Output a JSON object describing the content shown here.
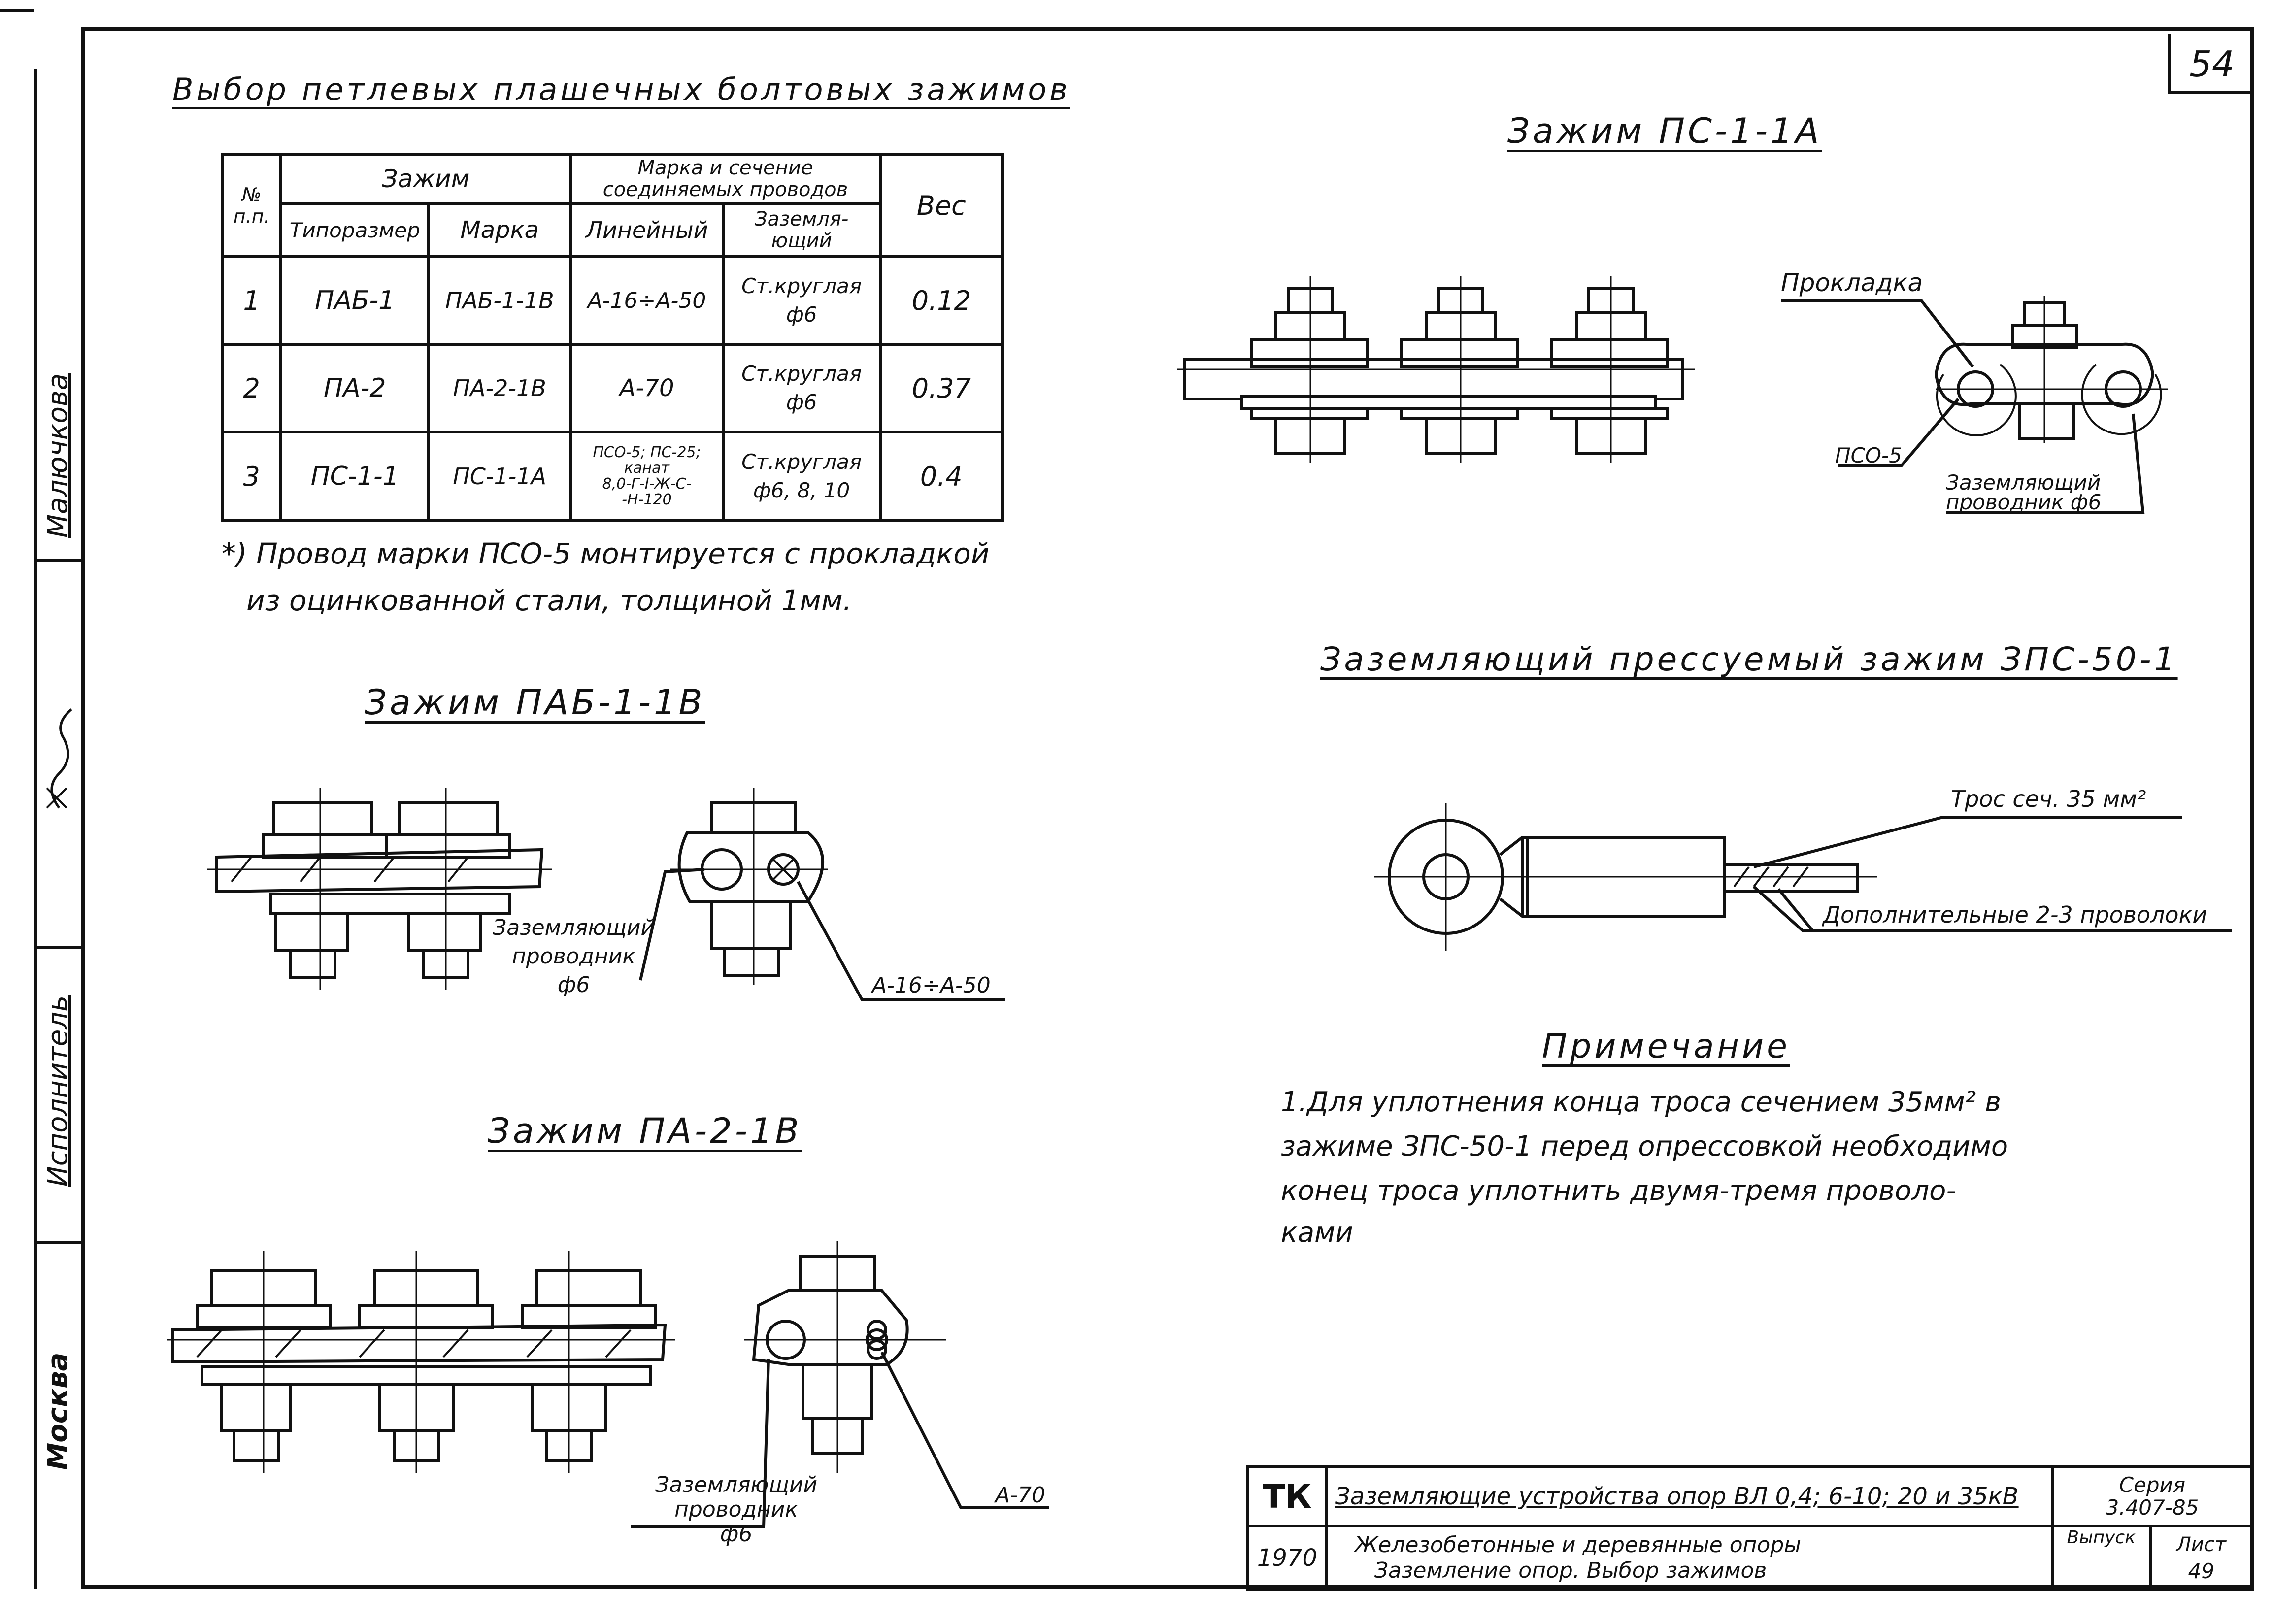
{
  "page_number": "54",
  "side": {
    "name1": "Малючкова",
    "name2": "Исполнитель",
    "city": "Москва"
  },
  "table_title": "Выбор петлевых плашечных болтовых зажимов",
  "table": {
    "h_num": "№\nп.п.",
    "h_clamp": "Зажим",
    "h_wire": "Марка и сечение соединяемых проводов",
    "h_weight": "Вес",
    "h_type": "Типоразмер",
    "h_mark": "Марка",
    "h_line": "Линейный",
    "h_ground": "Заземля-\nющий",
    "rows": [
      {
        "n": "1",
        "type": "ПАБ-1",
        "mark": "ПАБ-1-1В",
        "line": "А-16÷А-50",
        "ground": "Ст.круглая\nф6",
        "weight": "0.12"
      },
      {
        "n": "2",
        "type": "ПА-2",
        "mark": "ПА-2-1В",
        "line": "А-70",
        "ground": "Ст.круглая\nф6",
        "weight": "0.37"
      },
      {
        "n": "3",
        "type": "ПС-1-1",
        "mark": "ПС-1-1А",
        "line": "ПСО-5; ПС-25;\nканат\n8,0-Г-I-Ж-С-\n-Н-120",
        "ground": "Ст.круглая\nф6, 8, 10",
        "weight": "0.4"
      }
    ]
  },
  "footnote": {
    "line1": "*) Провод марки ПСО-5 монтируется с прокладкой",
    "line2": "из оцинкованной стали, толщиной 1мм."
  },
  "fig_pab": {
    "title": "Зажим ПАБ-1-1В",
    "label_ground": "Заземляющий\nпроводник\nф6",
    "label_wire": "А-16÷А-50"
  },
  "fig_pa": {
    "title": "Зажим ПА-2-1В",
    "label_ground": "Заземляющий\nпроводник\nф6",
    "label_wire": "А-70"
  },
  "fig_ps": {
    "title": "Зажим ПС-1-1А",
    "label_pad": "Прокладка",
    "label_pso": "ПСО-5",
    "label_ground": "Заземляющий\nпроводник ф6"
  },
  "fig_zps": {
    "title": "Заземляющий прессуемый зажим ЗПС-50-1",
    "label_rope": "Трос сеч. 35 мм²",
    "label_extra": "Дополнительные 2-3 проволоки"
  },
  "note": {
    "title": "Примечание",
    "lines": [
      "1.Для уплотнения конца троса сечением 35мм² в",
      "зажиме ЗПС-50-1 перед опрессовкой необходимо",
      "конец троса уплотнить двумя-тремя проволо-",
      "ками"
    ]
  },
  "stamp": {
    "org": "ТК",
    "year": "1970",
    "title1": "Заземляющие устройства опор ВЛ 0,4; 6-10; 20 и 35кВ",
    "title2": "Железобетонные и деревянные опоры",
    "title3": "Заземление опор. Выбор зажимов",
    "series_label": "Серия",
    "series": "3.407-85",
    "issue_label": "Выпуск",
    "sheet_label": "Лист",
    "sheet": "49"
  }
}
